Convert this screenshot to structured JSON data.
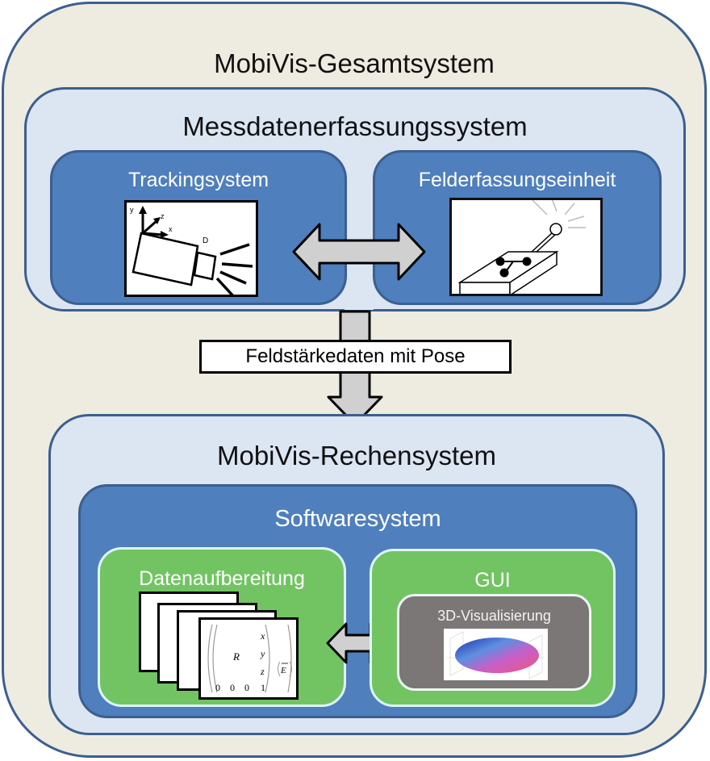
{
  "outer": {
    "title": "MobiVis-Gesamtsystem"
  },
  "acquisition": {
    "title": "Messdatenerfassungssystem",
    "tracking": {
      "title": "Trackingsystem",
      "image": "tracking-camera-icon",
      "axis_labels": [
        "y",
        "z",
        "x"
      ],
      "device_label": "D"
    },
    "field_unit": {
      "title": "Felderfassungseinheit",
      "image": "field-sensor-device-icon"
    }
  },
  "flow": {
    "label": "Feldstärkedaten mit Pose"
  },
  "compute": {
    "title": "MobiVis-Rechensystem",
    "software": {
      "title": "Softwaresystem",
      "processing": {
        "title": "Datenaufbereitung",
        "matrix": {
          "R": "R",
          "col": [
            "x",
            "y",
            "z",
            "1"
          ],
          "bottom_row": [
            "0",
            "0",
            "0"
          ],
          "vector": "E"
        }
      },
      "gui": {
        "title": "GUI",
        "viz": {
          "title": "3D-Visualisierung",
          "image": "3d-ellipsoid-plot"
        }
      }
    }
  },
  "colors": {
    "outer_fill": "#eeebe1",
    "border": "#3b5f8f",
    "light_blue": "#dce5f2",
    "blue": "#4f7fbd",
    "green": "#72c463",
    "gray": "#7b7776",
    "arrow": "#d0d0d0"
  }
}
